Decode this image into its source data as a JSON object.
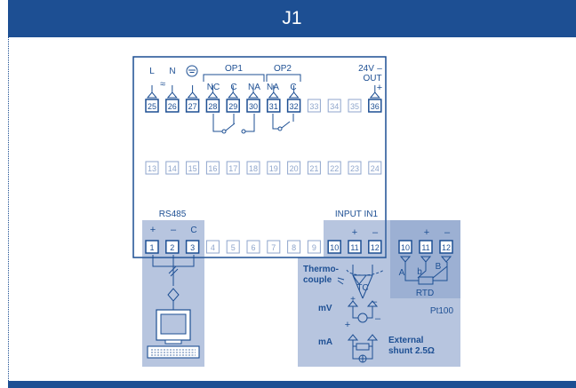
{
  "title": "J1",
  "top_row": {
    "terminals": [
      "25",
      "26",
      "27",
      "28",
      "29",
      "30",
      "31",
      "32",
      "33",
      "34",
      "35",
      "36"
    ],
    "supply_labels": {
      "line": "L",
      "neutral": "N",
      "ac_symbol": "≈"
    },
    "op1": {
      "label": "OP1",
      "nc": "NC",
      "c": "C",
      "na": "NA"
    },
    "op2": {
      "label": "OP2",
      "na": "NA",
      "c": "C"
    },
    "out": {
      "line1": "24V",
      "line2": "OUT",
      "minus": "–",
      "plus": "+"
    }
  },
  "middle_row": {
    "terminals": [
      "13",
      "14",
      "15",
      "16",
      "17",
      "18",
      "19",
      "20",
      "21",
      "22",
      "23",
      "24"
    ]
  },
  "bottom_row": {
    "terminals": [
      "1",
      "2",
      "3",
      "4",
      "5",
      "6",
      "7",
      "8",
      "9",
      "10",
      "11",
      "12"
    ],
    "rs485": {
      "label": "RS485",
      "plus": "+",
      "minus": "–",
      "c": "C"
    },
    "input": {
      "label": "INPUT IN1",
      "plus": "+",
      "minus": "–"
    }
  },
  "input_panel": {
    "thermocouple_line1": "Thermo-",
    "thermocouple_line2": "couple",
    "tc": "TC",
    "mv": "mV",
    "ma": "mA",
    "shunt_line1": "External",
    "shunt_line2": "shunt 2.5Ω",
    "plus": "+",
    "minus": "–"
  },
  "rtd_panel": {
    "terminals": [
      "10",
      "11",
      "12"
    ],
    "plus": "+",
    "minus": "–",
    "a": "A",
    "b_small": "b",
    "b": "B",
    "rtd": "RTD",
    "pt": "Pt100"
  },
  "colors": {
    "brand": "#1d4f93",
    "panel": "#b7c5df",
    "panel_dark": "#9cb0d3",
    "line": "#1d4f93",
    "muted": "#8fa6cc"
  }
}
